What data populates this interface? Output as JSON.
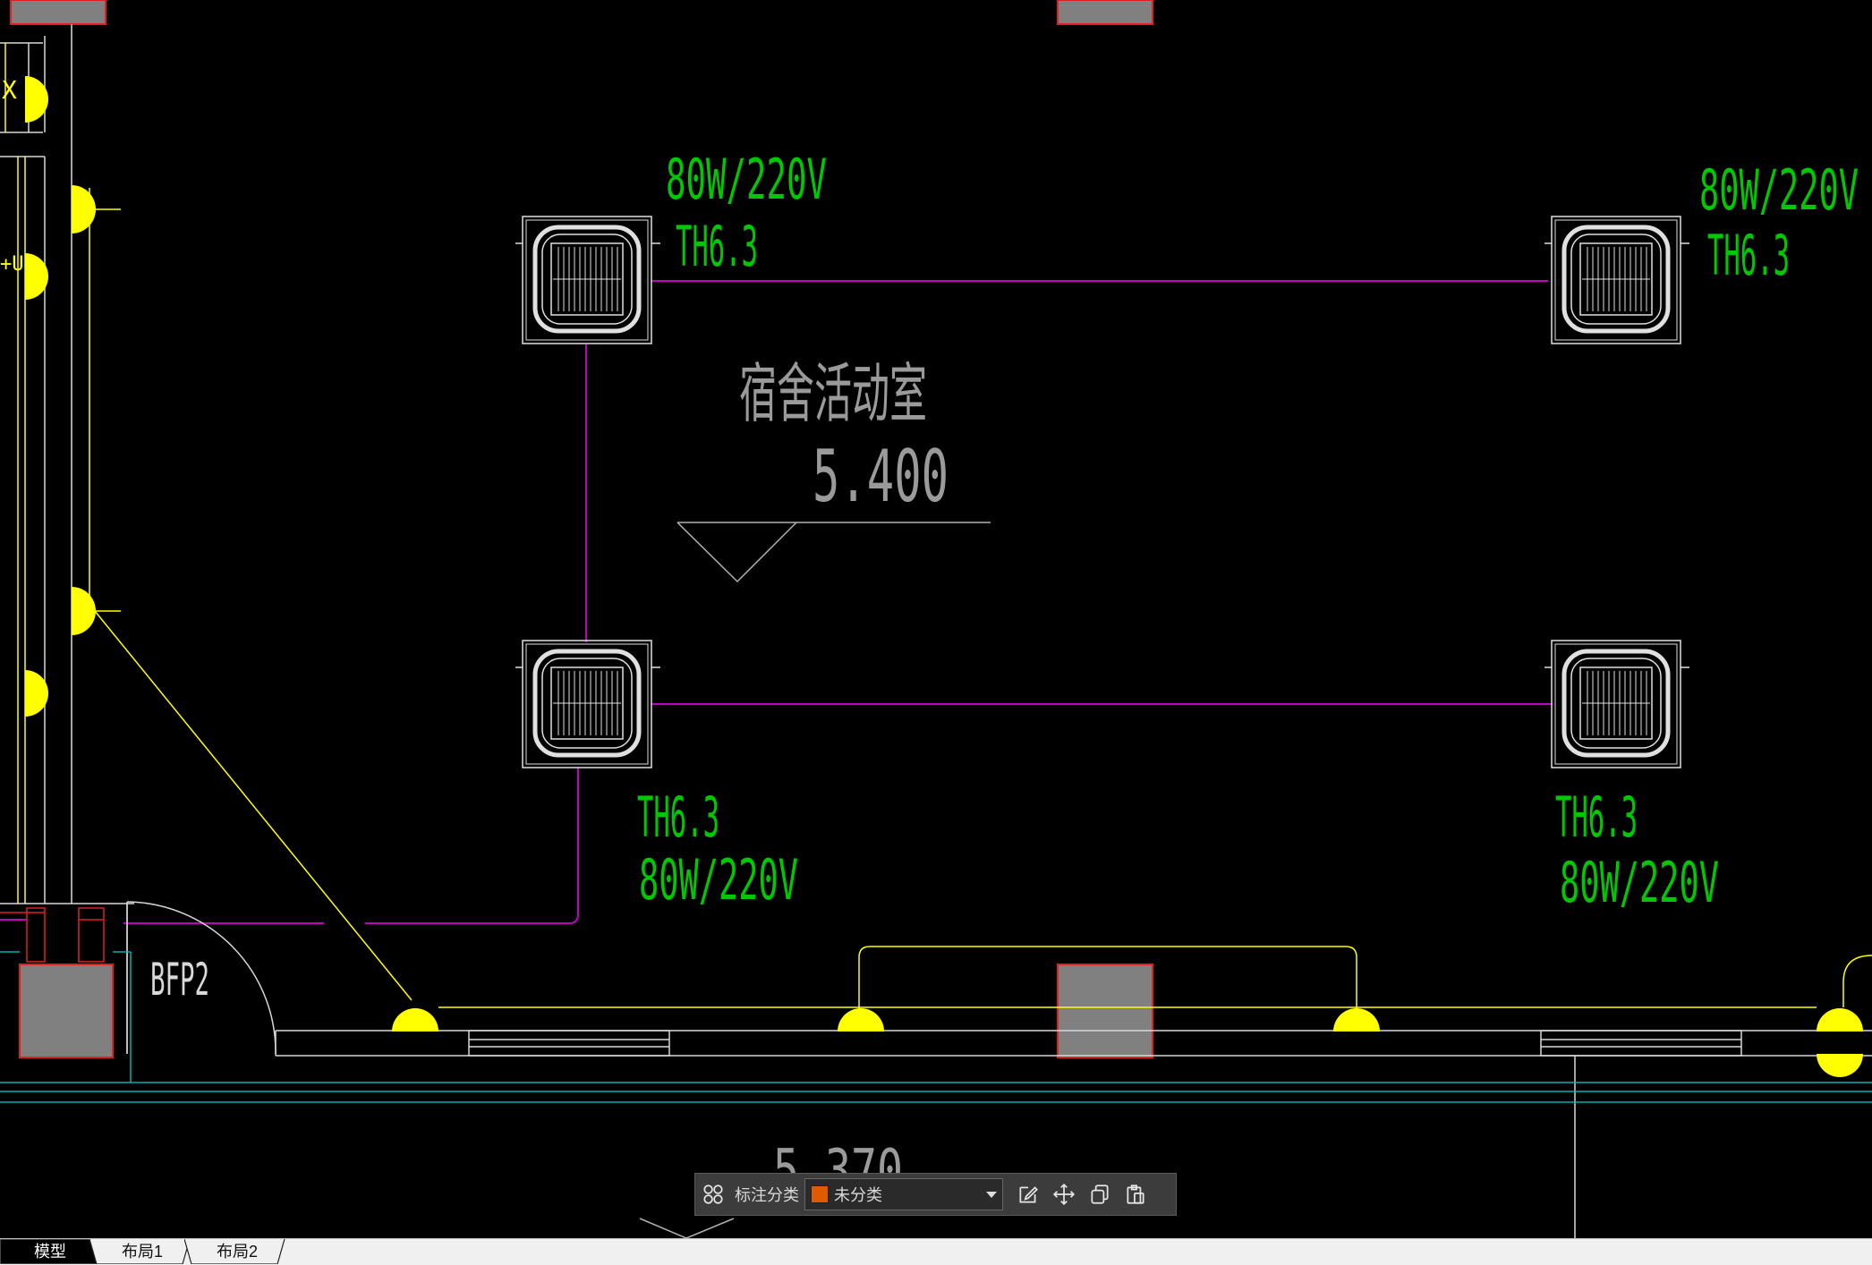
{
  "drawing": {
    "room_name": "宿舍活动室",
    "elevation_main": "5.400",
    "elevation_lower": "5.370",
    "door_tag": "BFP2",
    "edge_label_top": "X",
    "edge_label_mid": "+U",
    "units": [
      {
        "power": "80W/220V",
        "breaker": "TH6.3"
      },
      {
        "power": "80W/220V",
        "breaker": "TH6.3"
      },
      {
        "power": "80W/220V",
        "breaker": "TH6.3"
      },
      {
        "power": "80W/220V",
        "breaker": "TH6.3"
      }
    ],
    "colors": {
      "background": "#000000",
      "text_green": "#00c800",
      "circuit_magenta": "#c000c0",
      "light_yellow": "#ffff00",
      "column_gray": "#808080",
      "column_outline": "#e02020",
      "wall_cyan": "#00b0b0",
      "line_white": "#d8d8d8"
    }
  },
  "toolbar": {
    "label": "标注分类",
    "select_value": "未分类",
    "select_color": "#e05a00",
    "icons": [
      "grid-icon",
      "edit-icon",
      "move-icon",
      "copy-icon",
      "paste-icon"
    ]
  },
  "tabs": [
    {
      "label": "模型",
      "active": true
    },
    {
      "label": "布局1",
      "active": false
    },
    {
      "label": "布局2",
      "active": false
    }
  ]
}
